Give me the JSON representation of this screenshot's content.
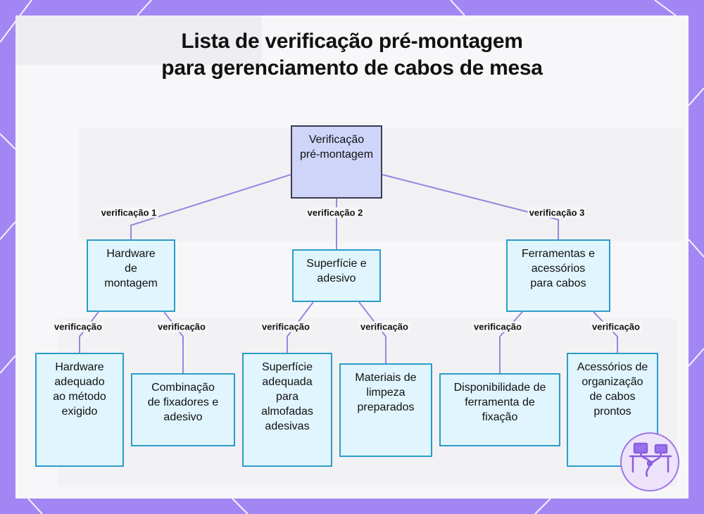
{
  "title": {
    "line1": "Lista de verificação pré-montagem",
    "line2": "para gerenciamento de cabos de mesa"
  },
  "diagram": {
    "root": {
      "label": "Verificação pré-montagem"
    },
    "branches": [
      {
        "edge_label": "verificação 1",
        "label": "Hardware de montagem",
        "children": [
          {
            "edge_label": "verificação",
            "label": "Hardware adequado ao método exigido"
          },
          {
            "edge_label": "verificação",
            "label": "Combinação de fixadores e adesivo"
          }
        ]
      },
      {
        "edge_label": "verificação 2",
        "label": "Superfície e adesivo",
        "children": [
          {
            "edge_label": "verificação",
            "label": "Superfície adequada para almofadas adesivas"
          },
          {
            "edge_label": "verificação",
            "label": "Materiais de limpeza preparados"
          }
        ]
      },
      {
        "edge_label": "verificação 3",
        "label": "Ferramentas e acessórios para cabos",
        "children": [
          {
            "edge_label": "verificação",
            "label": "Disponibilidade de ferramenta de fixação"
          },
          {
            "edge_label": "verificação",
            "label": "Acessórios de organização de cabos prontos"
          }
        ]
      }
    ]
  },
  "colors": {
    "frame": "#a287f4",
    "connector": "#9b84e0",
    "box_fill": "#e0f5fd",
    "box_border": "#2c9cc9",
    "root_fill": "#ced5f9",
    "root_border": "#3b3b57"
  },
  "icons": {
    "badge": "desk-cable-icon"
  }
}
